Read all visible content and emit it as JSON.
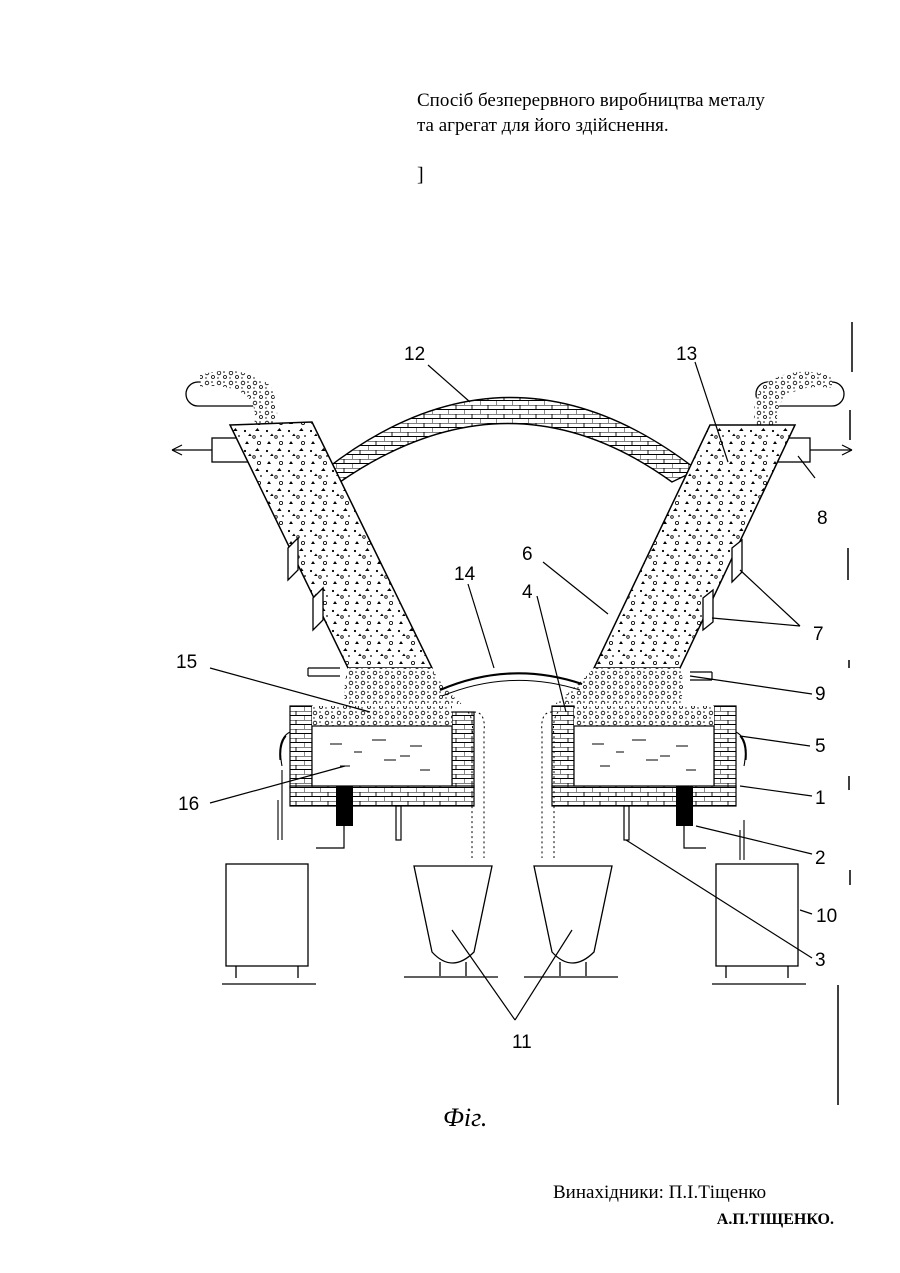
{
  "document": {
    "title_lines": [
      "Спосіб безперервного виробництва металу",
      "та агрегат для його здійснення."
    ],
    "bracket": "]",
    "figure_caption": "Фіг.",
    "inventors_label": "Винахідники: П.І.Тіщенко",
    "inventor_2": "А.П.ТІЩЕНКО."
  },
  "diagram": {
    "labels": {
      "n1": "1",
      "n2": "2",
      "n3": "3",
      "n4": "4",
      "n5": "5",
      "n6": "6",
      "n7": "7",
      "n8": "8",
      "n9": "9",
      "n10": "10",
      "n11": "11",
      "n12": "12",
      "n13": "13",
      "n14": "14",
      "n15": "15",
      "n16": "16"
    }
  }
}
